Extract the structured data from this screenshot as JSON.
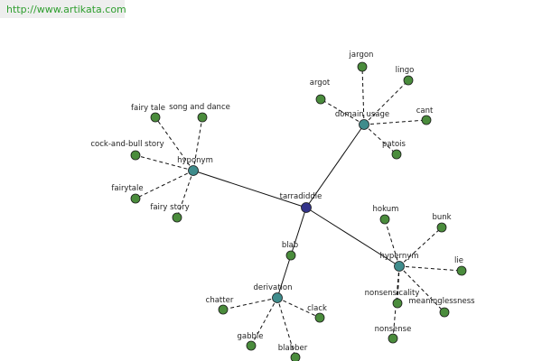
{
  "source_url": "http://www.artikata.com",
  "colors": {
    "root_node": "#33338a",
    "category_node": "#3f8c8c",
    "leaf_node": "#4a8c3c",
    "node_stroke": "#1a1a1a",
    "edge": "#111111",
    "url_text": "#2e9e2e"
  },
  "graph": {
    "nodes": [
      {
        "id": "tarradiddle",
        "label": "tarradiddle",
        "kind": "root"
      },
      {
        "id": "hyponym",
        "label": "hyponym",
        "kind": "category"
      },
      {
        "id": "domain_usage",
        "label": "domain usage",
        "kind": "category"
      },
      {
        "id": "hypernym",
        "label": "hypernym",
        "kind": "category"
      },
      {
        "id": "blab",
        "label": "blab",
        "kind": "leaf"
      },
      {
        "id": "derivation",
        "label": "derivation",
        "kind": "category"
      },
      {
        "id": "fairy_tale",
        "label": "fairy tale",
        "kind": "leaf"
      },
      {
        "id": "song_and_dance",
        "label": "song and dance",
        "kind": "leaf"
      },
      {
        "id": "cock_and_bull_story",
        "label": "cock-and-bull story",
        "kind": "leaf"
      },
      {
        "id": "fairytale",
        "label": "fairytale",
        "kind": "leaf"
      },
      {
        "id": "fairy_story",
        "label": "fairy story",
        "kind": "leaf"
      },
      {
        "id": "jargon",
        "label": "jargon",
        "kind": "leaf"
      },
      {
        "id": "argot",
        "label": "argot",
        "kind": "leaf"
      },
      {
        "id": "lingo",
        "label": "lingo",
        "kind": "leaf"
      },
      {
        "id": "cant",
        "label": "cant",
        "kind": "leaf"
      },
      {
        "id": "patois",
        "label": "patois",
        "kind": "leaf"
      },
      {
        "id": "hokum",
        "label": "hokum",
        "kind": "leaf"
      },
      {
        "id": "bunk",
        "label": "bunk",
        "kind": "leaf"
      },
      {
        "id": "lie",
        "label": "lie",
        "kind": "leaf"
      },
      {
        "id": "nonsensicality",
        "label": "nonsensicality",
        "kind": "leaf"
      },
      {
        "id": "meaninglessness",
        "label": "meaninglessness",
        "kind": "leaf"
      },
      {
        "id": "nonsense",
        "label": "nonsense",
        "kind": "leaf"
      },
      {
        "id": "chatter",
        "label": "chatter",
        "kind": "leaf"
      },
      {
        "id": "clack",
        "label": "clack",
        "kind": "leaf"
      },
      {
        "id": "gabble",
        "label": "gabble",
        "kind": "leaf"
      },
      {
        "id": "blabber",
        "label": "blabber",
        "kind": "leaf"
      }
    ],
    "edges": [
      {
        "from": "tarradiddle",
        "to": "hyponym",
        "style": "solid"
      },
      {
        "from": "tarradiddle",
        "to": "domain_usage",
        "style": "solid"
      },
      {
        "from": "tarradiddle",
        "to": "hypernym",
        "style": "solid"
      },
      {
        "from": "tarradiddle",
        "to": "blab",
        "style": "solid"
      },
      {
        "from": "blab",
        "to": "derivation",
        "style": "solid"
      },
      {
        "from": "hyponym",
        "to": "fairy_tale",
        "style": "dashed"
      },
      {
        "from": "hyponym",
        "to": "song_and_dance",
        "style": "dashed"
      },
      {
        "from": "hyponym",
        "to": "cock_and_bull_story",
        "style": "dashed"
      },
      {
        "from": "hyponym",
        "to": "fairytale",
        "style": "dashed"
      },
      {
        "from": "hyponym",
        "to": "fairy_story",
        "style": "dashed"
      },
      {
        "from": "domain_usage",
        "to": "jargon",
        "style": "dashed"
      },
      {
        "from": "domain_usage",
        "to": "argot",
        "style": "dashed"
      },
      {
        "from": "domain_usage",
        "to": "lingo",
        "style": "dashed"
      },
      {
        "from": "domain_usage",
        "to": "cant",
        "style": "dashed"
      },
      {
        "from": "domain_usage",
        "to": "patois",
        "style": "dashed"
      },
      {
        "from": "hypernym",
        "to": "hokum",
        "style": "dashed"
      },
      {
        "from": "hypernym",
        "to": "bunk",
        "style": "dashed"
      },
      {
        "from": "hypernym",
        "to": "lie",
        "style": "dashed"
      },
      {
        "from": "hypernym",
        "to": "nonsensicality",
        "style": "dashed"
      },
      {
        "from": "hypernym",
        "to": "meaninglessness",
        "style": "dashed"
      },
      {
        "from": "hypernym",
        "to": "nonsense",
        "style": "dashed"
      },
      {
        "from": "derivation",
        "to": "chatter",
        "style": "dashed"
      },
      {
        "from": "derivation",
        "to": "clack",
        "style": "dashed"
      },
      {
        "from": "derivation",
        "to": "gabble",
        "style": "dashed"
      },
      {
        "from": "derivation",
        "to": "blabber",
        "style": "dashed"
      }
    ]
  }
}
